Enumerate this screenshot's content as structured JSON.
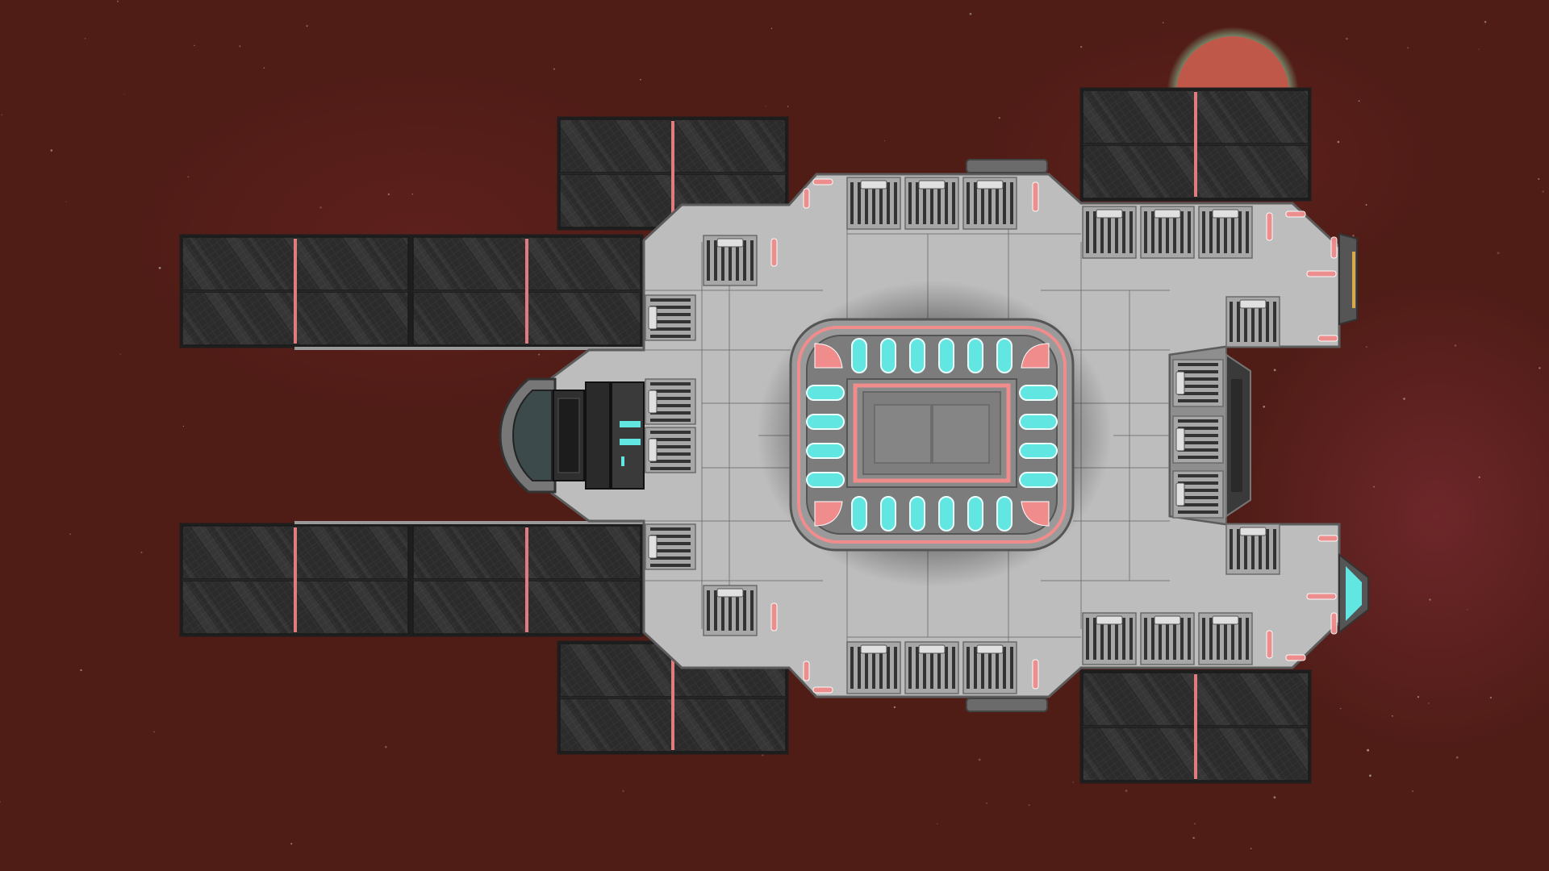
{
  "scene": {
    "background_color": "#4f1c16",
    "nebula_colors": [
      "#6a2322",
      "#7a2b32",
      "#5e211d"
    ],
    "planet_color": "#c0584a",
    "planet_glow_color": "#8fd9a8",
    "star_count": 140
  },
  "ship": {
    "hull_color": "#bdbdbd",
    "hull_dark_color": "#8e8e8e",
    "hull_line_color": "#6b6b6b",
    "accent_color": "#f08c8c",
    "light_color": "#62e6e2",
    "cockpit_color": "#3c4a4c",
    "core_room": {
      "top_light_count": 6,
      "bottom_light_count": 6,
      "side_light_count": 4
    },
    "solar_panels": {
      "count": 8,
      "panel_color": "#2a2a2a",
      "frame_color": "#4a4a4a",
      "divider_color": "#e07b80"
    }
  }
}
